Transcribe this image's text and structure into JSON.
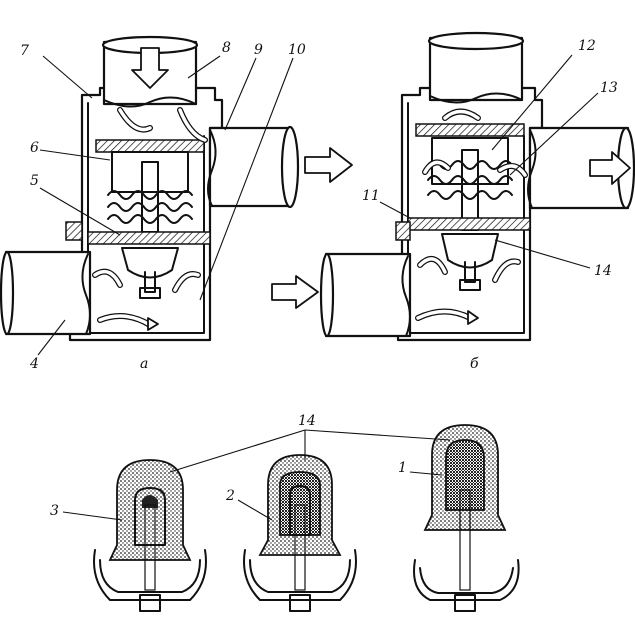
{
  "labels": {
    "l1": "1",
    "l2": "2",
    "l3": "3",
    "l4": "4",
    "l5": "5",
    "l6": "6",
    "l7": "7",
    "l8": "8",
    "l9": "9",
    "l10": "10",
    "l11": "11",
    "l12": "12",
    "l13": "13",
    "l14a": "14",
    "l14b": "14"
  },
  "captions": {
    "a": "а",
    "b": "б"
  }
}
